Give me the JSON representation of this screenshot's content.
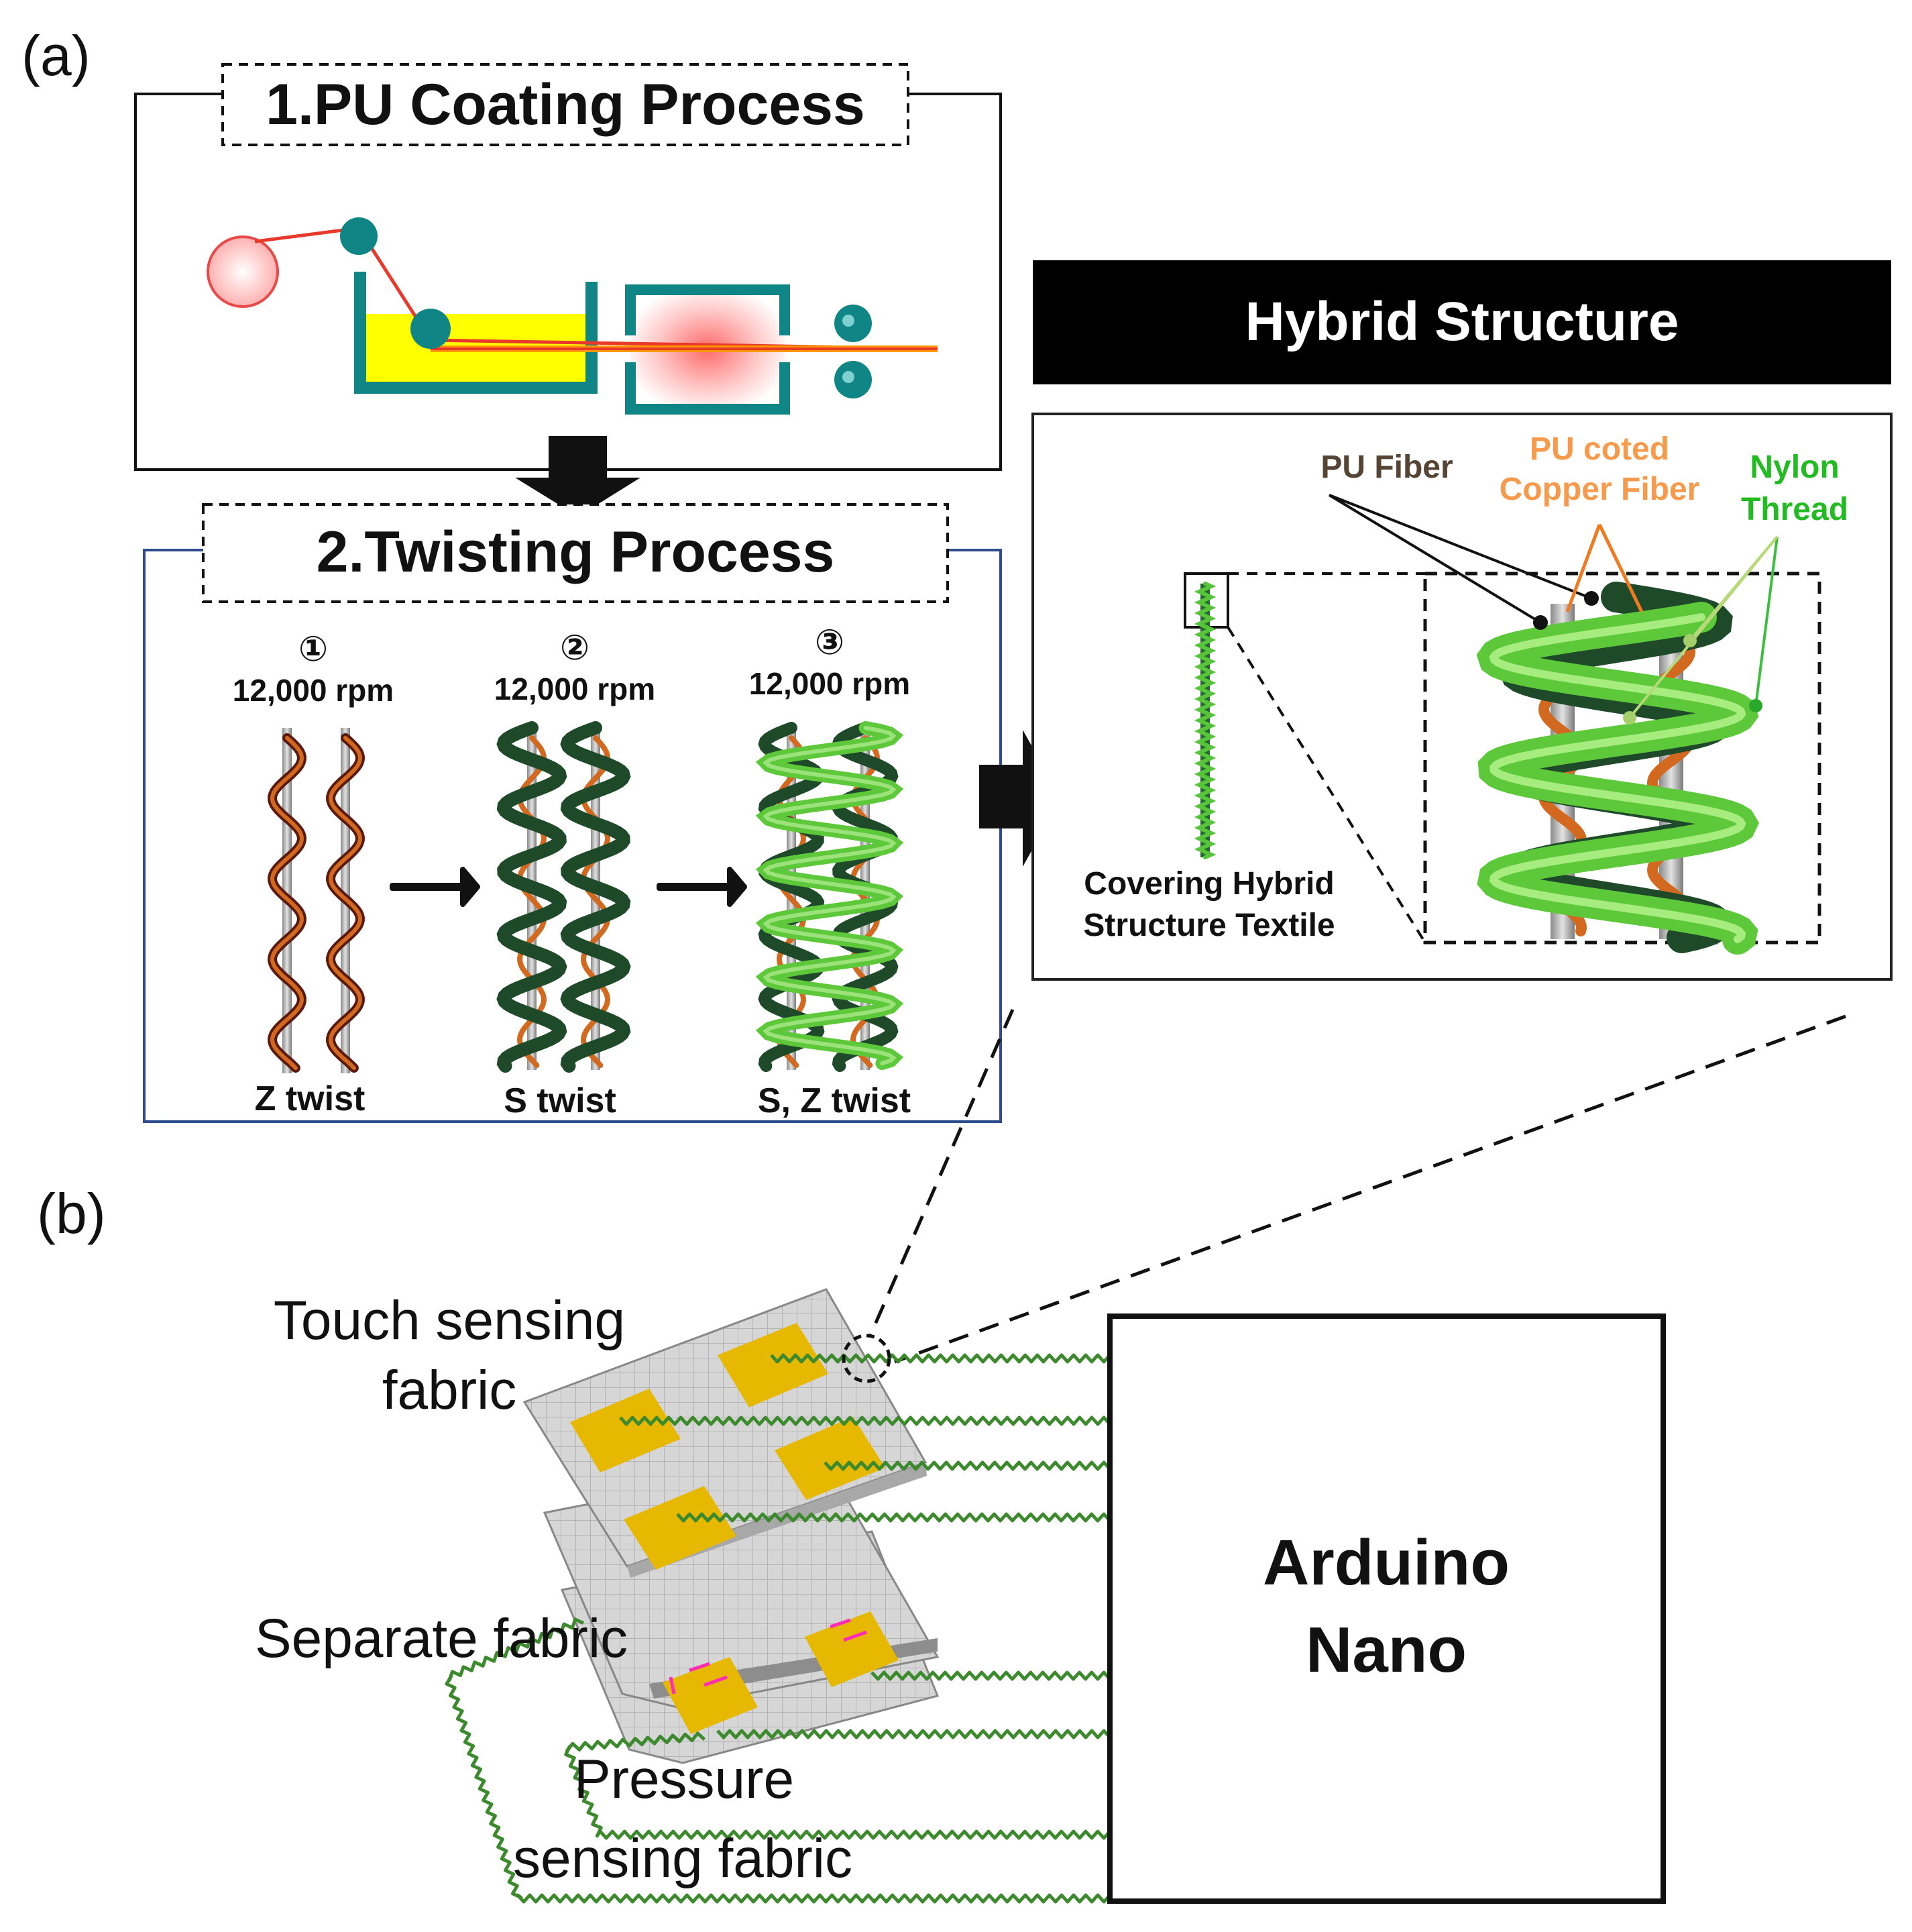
{
  "panel_a": {
    "label": "(a)",
    "pu_coating": {
      "title": "1.PU Coating Process"
    },
    "twisting": {
      "title": "2.Twisting Process",
      "steps": [
        {
          "number": "①",
          "speed": "12,000 rpm",
          "caption": "Z twist"
        },
        {
          "number": "②",
          "speed": "12,000 rpm",
          "caption": "S twist"
        },
        {
          "number": "③",
          "speed": "12,000 rpm",
          "caption": "S, Z twist"
        }
      ]
    },
    "hybrid": {
      "title": "Hybrid Structure",
      "pu_fiber_label": "PU Fiber",
      "pu_copper_label_line1": "PU coted",
      "pu_copper_label_line2": "Copper Fiber",
      "nylon_label_line1": "Nylon",
      "nylon_label_line2": "Thread",
      "textile_label_line1": "Covering Hybrid",
      "textile_label_line2": "Structure Textile"
    }
  },
  "panel_b": {
    "label": "(b)",
    "touch_line1": "Touch sensing",
    "touch_line2": "fabric",
    "separate": "Separate fabric",
    "pressure_line1": "Pressure",
    "pressure_line2": "sensing fabric",
    "board_line1": "Arduino",
    "board_line2": "Nano"
  },
  "colors": {
    "teal": "#0f8585",
    "yellow": "#ffff00",
    "fiber_red": "#e8392a",
    "copper": "#d2691e",
    "dark_green": "#1f4a2a",
    "light_green": "#5dc93a",
    "nylon_green": "#22bb22",
    "pu_orange": "#f79a4b",
    "pu_brown": "#554433",
    "pad_gold": "#e6b800",
    "fabric_gray": "#d2d2d2"
  }
}
